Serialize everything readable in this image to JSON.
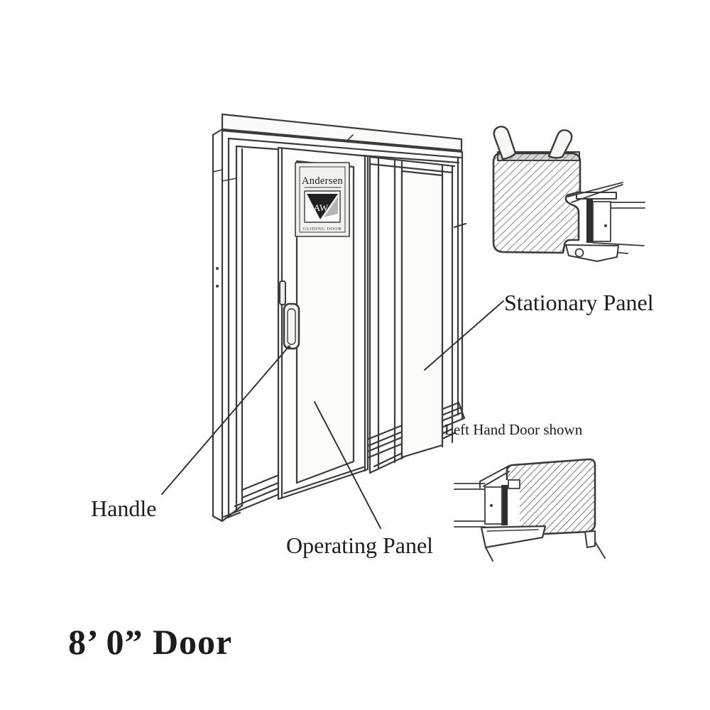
{
  "illustration": {
    "title_caption": "8’ 0” Door",
    "annotations": {
      "handle": "Handle",
      "operating_panel": "Operating Panel",
      "stationary_panel": "Stationary Panel",
      "note": "Left Hand Door shown"
    },
    "brand_label": {
      "brand": "Andersen",
      "logo_monogram": "AW",
      "product_line": "GLIDING DOOR"
    },
    "icons": {
      "head_jamb_cross_section": "wood-cross-section-icon",
      "sill_cross_section": "wood-cross-section-icon"
    },
    "colors": {
      "line": "#3b3b3b",
      "text": "#1c1c1c",
      "paper": "#ffffff",
      "label_fill": "#f1f1ee",
      "gasket_dark": "#2e2e2e"
    }
  }
}
